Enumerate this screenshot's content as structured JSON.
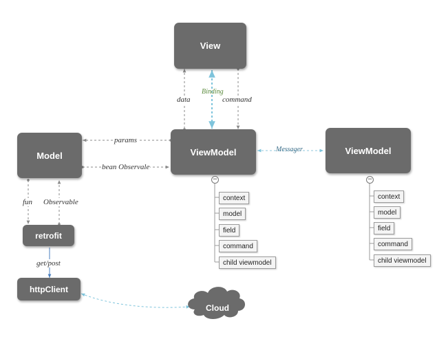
{
  "nodes": {
    "view": "View",
    "viewmodel_main": "ViewModel",
    "viewmodel_right": "ViewModel",
    "model": "Model",
    "retrofit": "retrofit",
    "httpclient": "httpClient",
    "cloud": "Cloud"
  },
  "edge_labels": {
    "data": "data",
    "binding": "Binding",
    "command": "command",
    "params": "params",
    "bean_observale": "bean Observale",
    "messager": "Messager",
    "fun": "fun",
    "observable": "Observable",
    "get_post": "get/post"
  },
  "viewmodel_main_children": [
    "context",
    "model",
    "field",
    "command",
    "child viewmodel"
  ],
  "viewmodel_right_children": [
    "context",
    "model",
    "field",
    "command",
    "child viewmodel"
  ],
  "collapse_symbol": "−",
  "colors": {
    "node_fill": "#6b6b6b",
    "node_text": "#ffffff",
    "arrow_gray": "#8a8a8a",
    "binding_blue": "#7ec4dc",
    "binding_label": "#5a8a3c",
    "messager_arrow": "#8fc7dc",
    "solid_arrow_blue": "#4a7fbf"
  }
}
